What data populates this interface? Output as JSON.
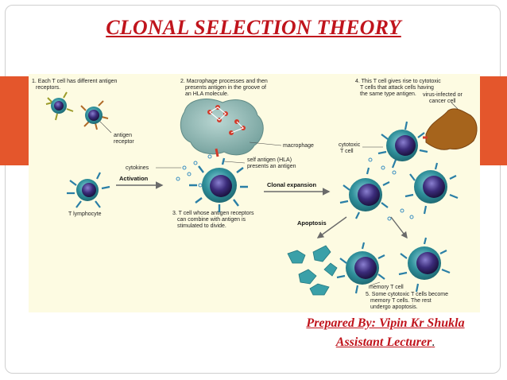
{
  "slide": {
    "title": "CLONAL SELECTION THEORY",
    "prepared_by": "Prepared By: Vipin Kr Shukla",
    "role": "Assistant Lecturer",
    "role_suffix": "."
  },
  "diagram": {
    "step1": [
      "1. Each T cell has different antigen",
      "receptors."
    ],
    "step2": [
      "2. Macrophage processes and then",
      "presents antigen in the groove of",
      "an HLA molecule."
    ],
    "step3": [
      "3. T cell whose antigen receptors",
      "can combine with antigen is",
      "stimulated to divide."
    ],
    "step4": [
      "4. This T cell gives rise to cytotoxic",
      "T cells that attack cells having",
      "the same type antigen."
    ],
    "step5": [
      "5. Some cytotoxic T cells become",
      "memory T cells. The rest",
      "undergo apoptosis."
    ],
    "labels": {
      "antigen_receptor": [
        "antigen",
        "receptor"
      ],
      "macrophage": "macrophage",
      "cytokines": "cytokines",
      "self_antigen": [
        "self antigen (HLA)",
        "presents an antigen"
      ],
      "t_lymphocyte": "T lymphocyte",
      "activation": "Activation",
      "clonal_expansion": "Clonal expansion",
      "cytotoxic": [
        "cytotoxic",
        "T cell"
      ],
      "virus_infected": [
        "virus-infected or",
        "cancer cell"
      ],
      "apoptosis": "Apoptosis",
      "memory_t_cell": "memory T cell"
    }
  },
  "colors": {
    "accent_red": "#c0141c",
    "band_orange": "#e4562c",
    "panel_bg": "#fdfbe2",
    "cell_teal": "#2f8f9a",
    "nucleus_purple": "#3b2c7a",
    "macrophage": "#7aa9a6",
    "cancer_cell": "#a6641c"
  }
}
